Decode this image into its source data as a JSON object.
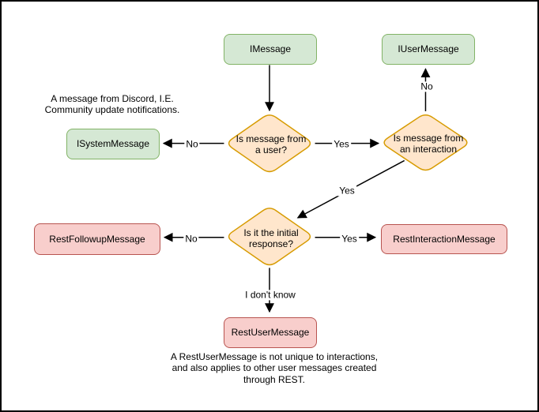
{
  "colors": {
    "background": "#ffffff",
    "frame_border": "#000000",
    "green_fill": "#d5e8d4",
    "green_stroke": "#82b366",
    "orange_fill": "#ffe6cc",
    "orange_stroke": "#d79b00",
    "red_fill": "#f8cecc",
    "red_stroke": "#b85450",
    "edge_color": "#000000"
  },
  "nodes": {
    "imessage": {
      "label": "IMessage",
      "color": "green"
    },
    "iusermessage": {
      "label": "IUserMessage",
      "color": "green"
    },
    "isystemmessage": {
      "label": "ISystemMessage",
      "color": "green"
    },
    "restfollowupmessage": {
      "label": "RestFollowupMessage",
      "color": "red"
    },
    "restinteractionmessage": {
      "label": "RestInteractionMessage",
      "color": "red"
    },
    "restusermessage": {
      "label": "RestUserMessage",
      "color": "red"
    }
  },
  "decisions": {
    "from_user": {
      "label": "Is message from\na user?",
      "color": "orange"
    },
    "from_interaction": {
      "label": "Is message from\nan interaction",
      "color": "orange"
    },
    "initial_response": {
      "label": "Is it the initial\nresponse?",
      "color": "orange"
    }
  },
  "edges": [
    {
      "from": "IMessage",
      "to": "Is message from a user?",
      "label": ""
    },
    {
      "from": "Is message from a user?",
      "to": "ISystemMessage",
      "label": "No"
    },
    {
      "from": "Is message from a user?",
      "to": "Is message from an interaction",
      "label": "Yes"
    },
    {
      "from": "Is message from an interaction",
      "to": "IUserMessage",
      "label": "No"
    },
    {
      "from": "Is message from an interaction",
      "to": "Is it the initial response?",
      "label": "Yes"
    },
    {
      "from": "Is it the initial response?",
      "to": "RestFollowupMessage",
      "label": "No"
    },
    {
      "from": "Is it the initial response?",
      "to": "RestInteractionMessage",
      "label": "Yes"
    },
    {
      "from": "Is it the initial response?",
      "to": "RestUserMessage",
      "label": "I don't know"
    }
  ],
  "annotations": {
    "system_note": "A message from Discord, I.E.\nCommunity update notifications.",
    "rest_note": "A RestUserMessage is not unique to interactions,\nand also applies to other user messages created\nthrough REST."
  }
}
